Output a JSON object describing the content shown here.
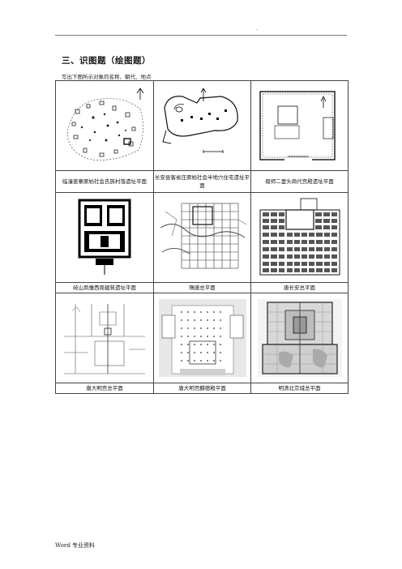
{
  "header": {
    "mark": "."
  },
  "section": {
    "title": "三、识图题（绘图题）",
    "instruction": "写出下图所示对象的名称、朝代、地点"
  },
  "grid": {
    "rows": [
      {
        "items": [
          {
            "icon": "neolithic-village-plan-icon",
            "caption": "临潼姜寨原始社会氏族村落遗址平面"
          },
          {
            "icon": "banpo-settlement-plan-icon",
            "caption": "长安县客省庄原始社会半地穴住宅遗址平面"
          },
          {
            "icon": "erlitou-palace-plan-icon",
            "caption": "偃师二里头商代宫殿遗址平面"
          }
        ]
      },
      {
        "items": [
          {
            "icon": "fengchu-courtyard-plan-icon",
            "caption": "岐山凤雏西周建筑遗址平面"
          },
          {
            "icon": "sui-tang-city-plan-icon",
            "caption": "隋唐总平面"
          },
          {
            "icon": "changan-grid-plan-icon",
            "caption": "唐长安总平面"
          }
        ]
      },
      {
        "items": [
          {
            "icon": "daming-palace-plan-icon",
            "caption": "唐大明宫总平面"
          },
          {
            "icon": "linde-hall-plan-icon",
            "caption": "唐大明宫麟德殿平面"
          },
          {
            "icon": "beijing-city-plan-icon",
            "caption": "明清北京城总平面"
          }
        ]
      }
    ]
  },
  "footer": {
    "text": "Word 专业资料"
  }
}
